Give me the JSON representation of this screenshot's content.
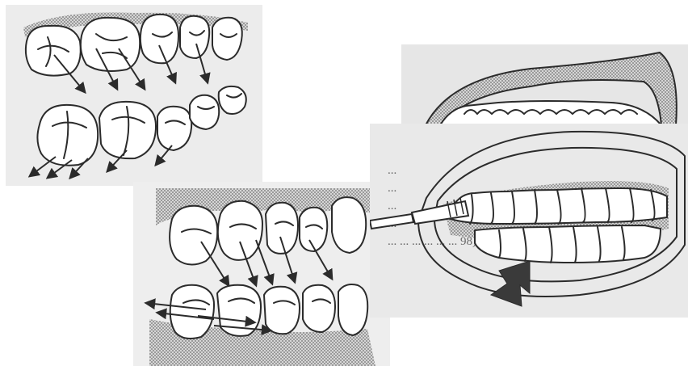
{
  "figure": {
    "panels": [
      {
        "id": "top-left",
        "subject": "upper and lower molars/premolars, occlusal view, with arrows"
      },
      {
        "id": "bottom-middle",
        "subject": "dental arches side view with brush-stroke arrows"
      },
      {
        "id": "top-right",
        "subject": "upper dentition and lip, frontal view"
      },
      {
        "id": "middle-right",
        "subject": "toothbrush on vestibular surfaces, open mouth"
      }
    ],
    "show_through_text_lines": [
      "...",
      "...",
      "...",
      "...",
      "... ... ... ... ... ... 98)."
    ]
  },
  "colors": {
    "paper": "#ededed",
    "ink": "#2b2b2b",
    "stipple": "#8a8a8a",
    "arrow_fill": "#3a3a3a"
  }
}
